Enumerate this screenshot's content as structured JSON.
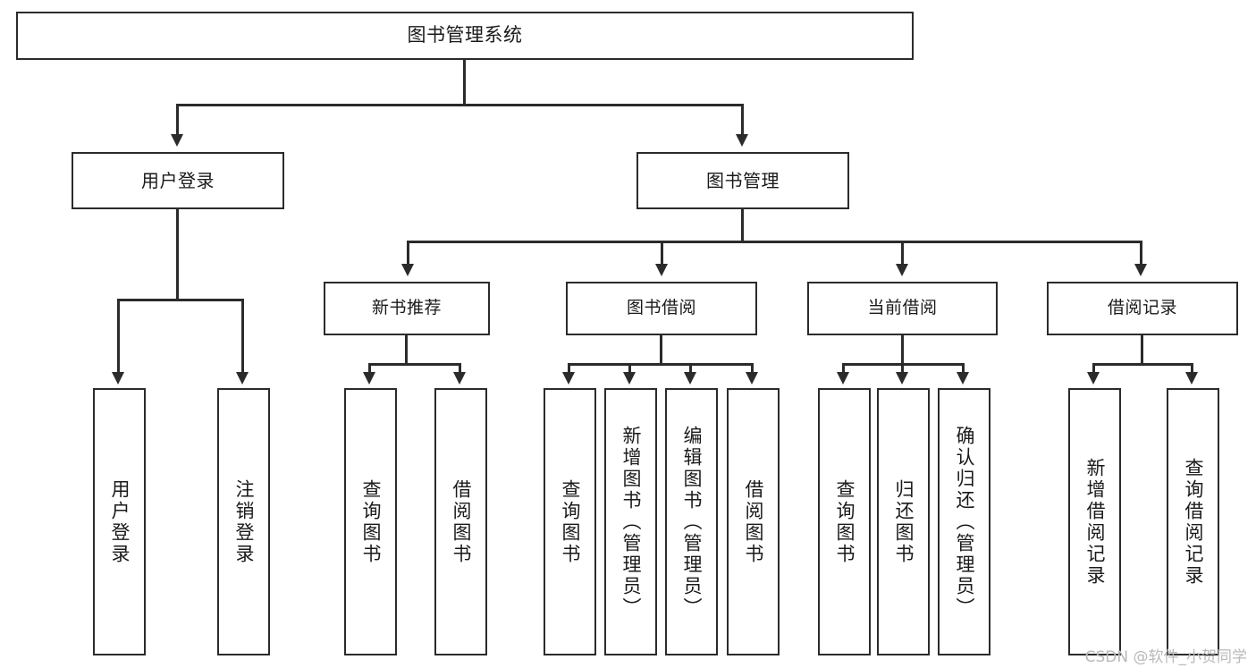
{
  "diagram": {
    "type": "tree-hierarchy",
    "title": "图书管理系统",
    "root": {
      "label": "图书管理系统"
    },
    "level1": [
      {
        "id": "user-login",
        "label": "用户登录"
      },
      {
        "id": "book-manage",
        "label": "图书管理"
      }
    ],
    "level2": [
      {
        "id": "new-book-recommend",
        "label": "新书推荐",
        "parent": "book-manage"
      },
      {
        "id": "book-borrow",
        "label": "图书借阅",
        "parent": "book-manage"
      },
      {
        "id": "current-borrow",
        "label": "当前借阅",
        "parent": "book-manage"
      },
      {
        "id": "borrow-record",
        "label": "借阅记录",
        "parent": "book-manage"
      }
    ],
    "leaves": [
      {
        "id": "leaf-user-login",
        "label": "用户登录",
        "parent": "user-login"
      },
      {
        "id": "leaf-user-logout",
        "label": "注销登录",
        "parent": "user-login"
      },
      {
        "id": "leaf-query-book-1",
        "label": "查询图书",
        "parent": "new-book-recommend"
      },
      {
        "id": "leaf-borrow-book-1",
        "label": "借阅图书",
        "parent": "new-book-recommend"
      },
      {
        "id": "leaf-query-book-2",
        "label": "查询图书",
        "parent": "book-borrow"
      },
      {
        "id": "leaf-add-book",
        "label": "新增图书（管理员）",
        "parent": "book-borrow"
      },
      {
        "id": "leaf-edit-book",
        "label": "编辑图书（管理员）",
        "parent": "book-borrow"
      },
      {
        "id": "leaf-borrow-book-2",
        "label": "借阅图书",
        "parent": "book-borrow"
      },
      {
        "id": "leaf-query-book-3",
        "label": "查询图书",
        "parent": "current-borrow"
      },
      {
        "id": "leaf-return-book",
        "label": "归还图书",
        "parent": "current-borrow"
      },
      {
        "id": "leaf-confirm-return",
        "label": "确认归还（管理员）",
        "parent": "current-borrow"
      },
      {
        "id": "leaf-add-record",
        "label": "新增借阅记录",
        "parent": "borrow-record"
      },
      {
        "id": "leaf-query-record",
        "label": "查询借阅记录",
        "parent": "borrow-record"
      }
    ],
    "colors": {
      "stroke": "#2b2b2b",
      "fill": "#ffffff",
      "text": "#1a1a1a",
      "watermark": "#b9b9b9"
    }
  },
  "watermark": {
    "text": "CSDN @软件_小贺同学"
  }
}
